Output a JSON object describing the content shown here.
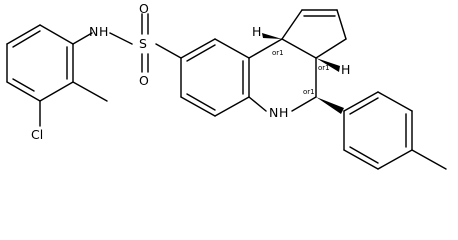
{
  "molecule": {
    "atoms": {
      "nh_sulfonamide": "N",
      "h_sulfonamide": "H",
      "sulfur": "S",
      "oxygen_top": "O",
      "oxygen_bottom": "O",
      "chlorine": "Cl",
      "nh_ring": "N",
      "h_ring": "H",
      "h_stereo_top": "H",
      "h_stereo_right": "H"
    },
    "stereo_labels": {
      "or1_a": "or1",
      "or1_b": "or1",
      "or1_c": "or1"
    }
  }
}
